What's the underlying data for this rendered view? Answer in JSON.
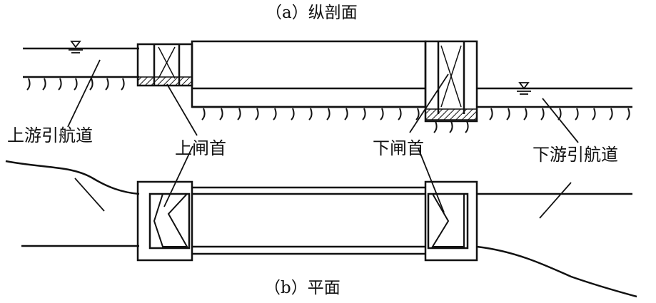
{
  "captions": {
    "section": "（a）纵剖面",
    "plan": "（b）平面"
  },
  "labels": {
    "upstream_channel": "上游引航道",
    "upper_lock_head": "上闸首",
    "lower_lock_head": "下闸首",
    "downstream_channel": "下游引航道"
  },
  "symbols": {
    "water_level": "water-level-icon",
    "ground": "ground-hatch-icon"
  }
}
